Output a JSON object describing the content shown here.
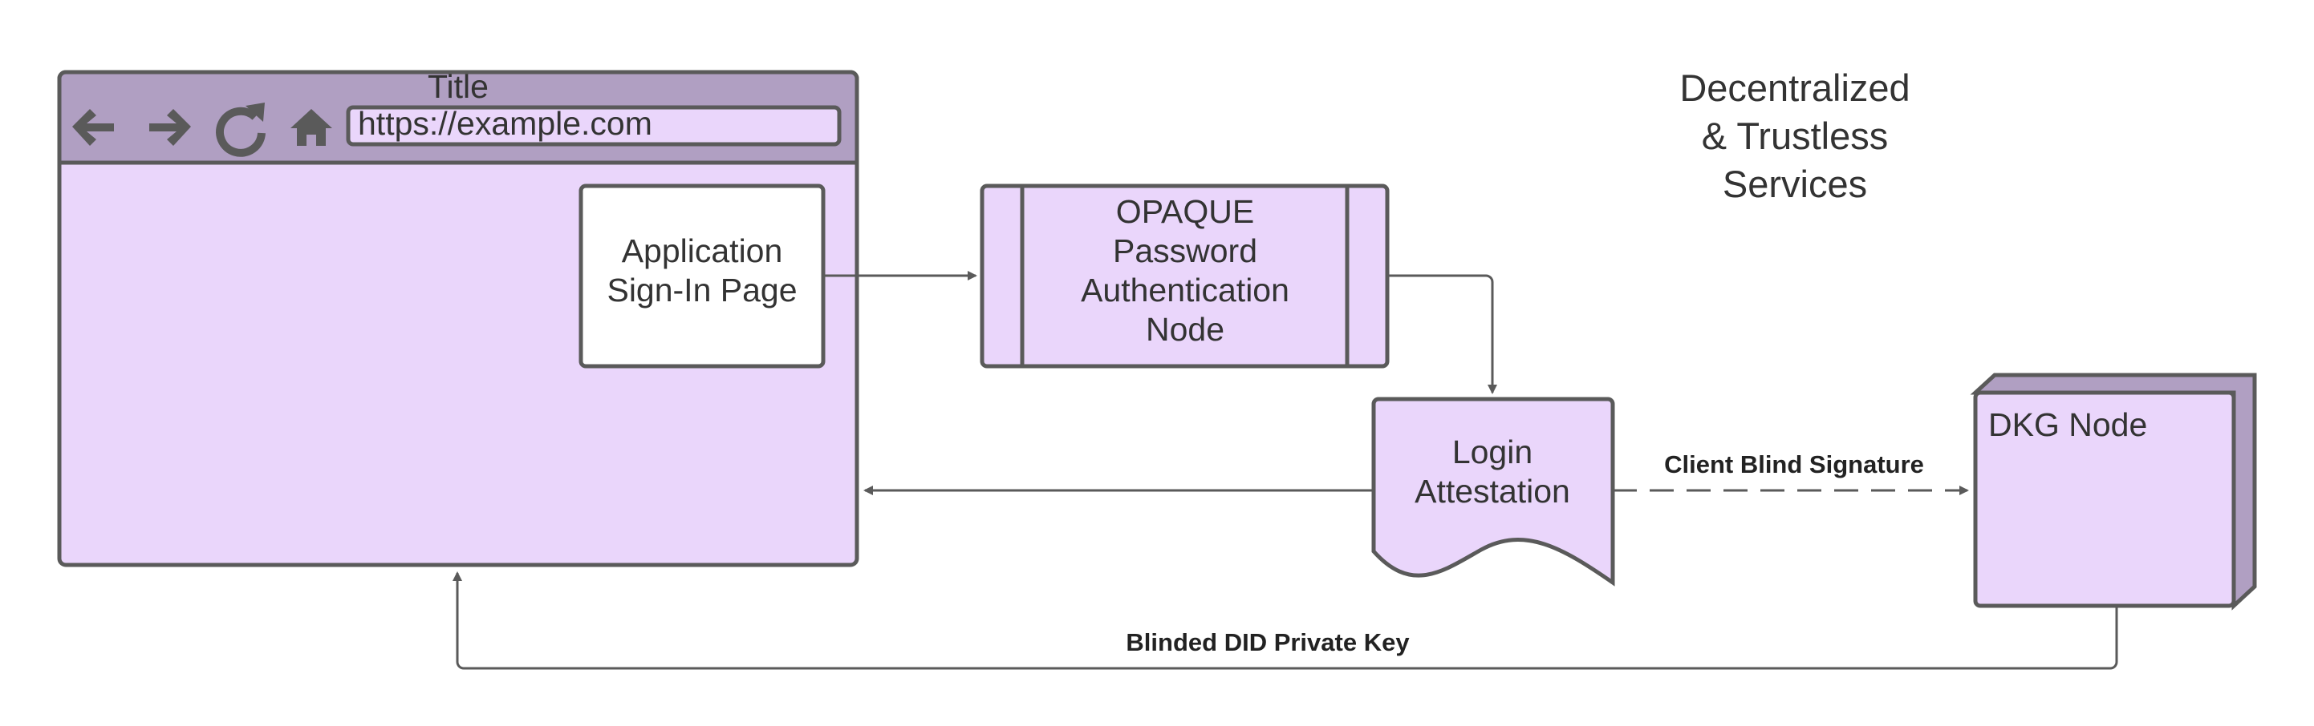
{
  "browser": {
    "title": "Title",
    "url": "https://example.com",
    "nav_icons": [
      "back-arrow-icon",
      "forward-arrow-icon",
      "reload-icon",
      "home-icon"
    ]
  },
  "nodes": {
    "sign_in_page": [
      "Application",
      "Sign-In Page"
    ],
    "opaque_node": [
      "OPAQUE",
      "Password",
      "Authentication",
      "Node"
    ],
    "login_attestation": [
      "Login",
      "Attestation"
    ],
    "dkg_node": "DKG Node",
    "services_label": [
      "Decentralized",
      "& Trustless",
      "Services"
    ]
  },
  "edges": {
    "client_blind_signature": "Client Blind Signature",
    "blinded_did_private_key": "Blinded DID Private Key"
  },
  "colors": {
    "fill_light": "#ead6fb",
    "fill_dark": "#b09fc2",
    "stroke": "#5a5a5a"
  }
}
